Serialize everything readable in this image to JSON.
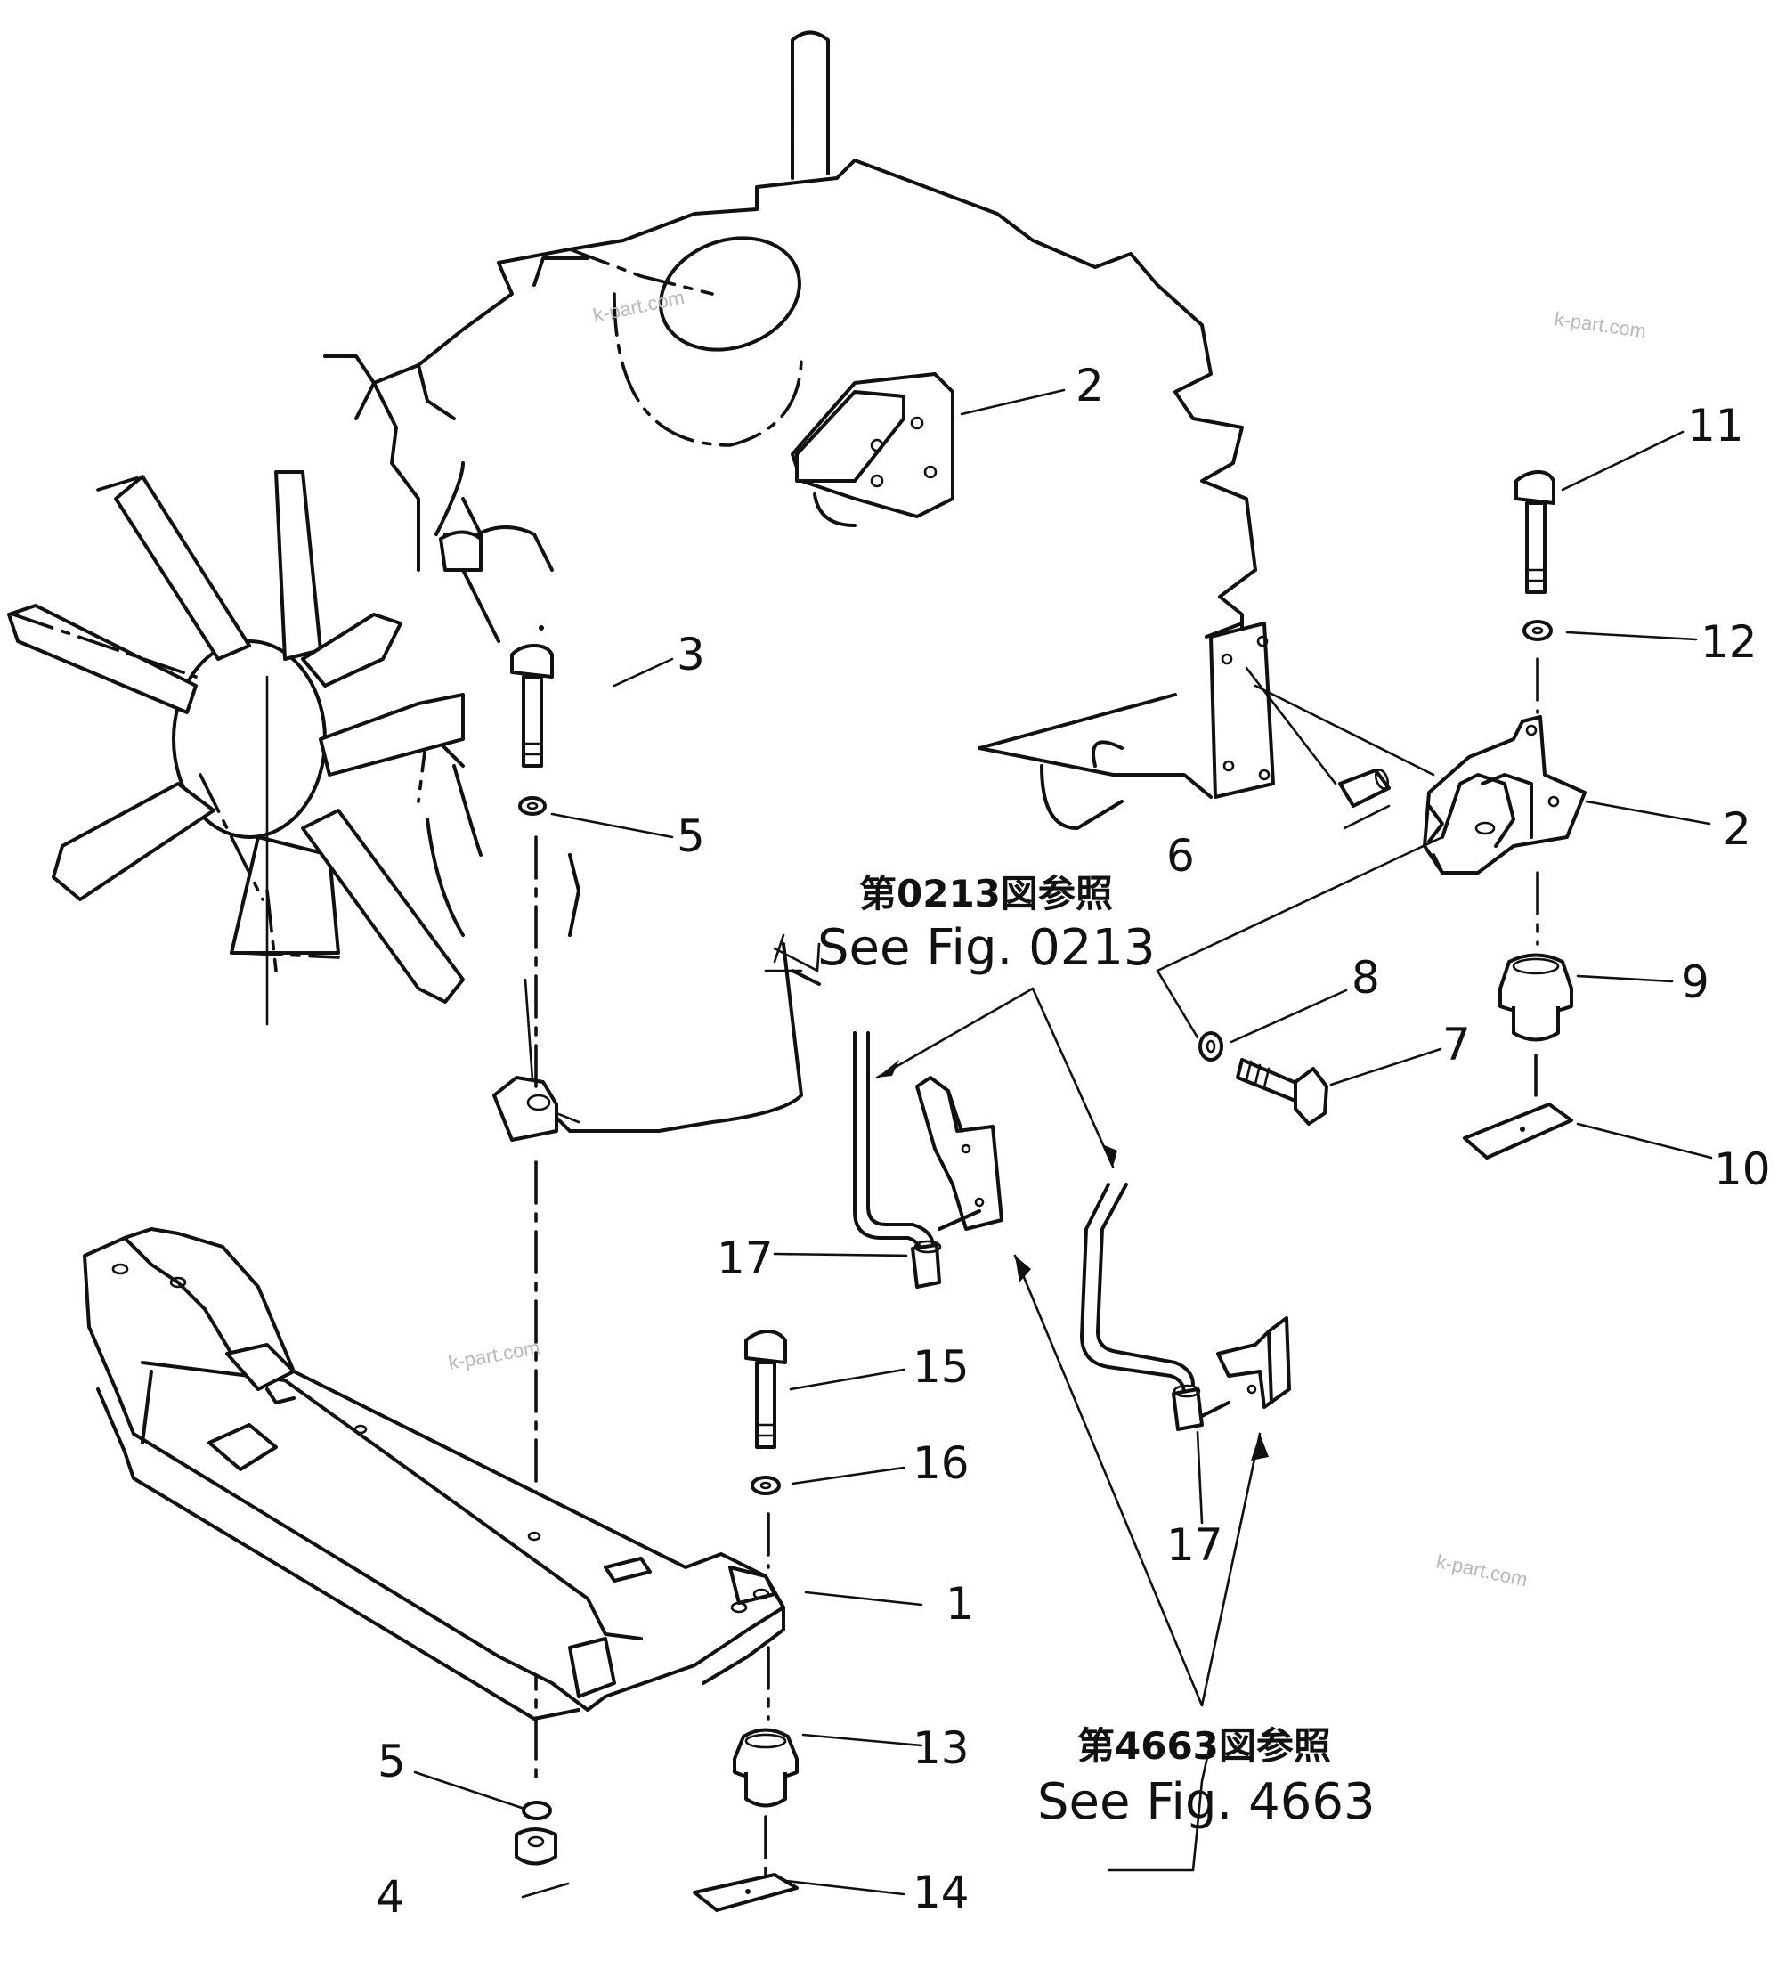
{
  "watermark": "k-part.com",
  "callouts": {
    "c1": "1",
    "c2a": "2",
    "c2b": "2",
    "c3": "3",
    "c4": "4",
    "c5a": "5",
    "c5b": "5",
    "c6": "6",
    "c7": "7",
    "c8": "8",
    "c9": "9",
    "c10": "10",
    "c11": "11",
    "c12": "12",
    "c13": "13",
    "c14": "14",
    "c15": "15",
    "c16": "16",
    "c17a": "17",
    "c17b": "17"
  },
  "references": {
    "fig0213": {
      "jp": "第0213図参照",
      "en": "See Fig. 0213"
    },
    "fig4663": {
      "jp": "第4663図参照",
      "en": "See Fig. 4663"
    }
  }
}
